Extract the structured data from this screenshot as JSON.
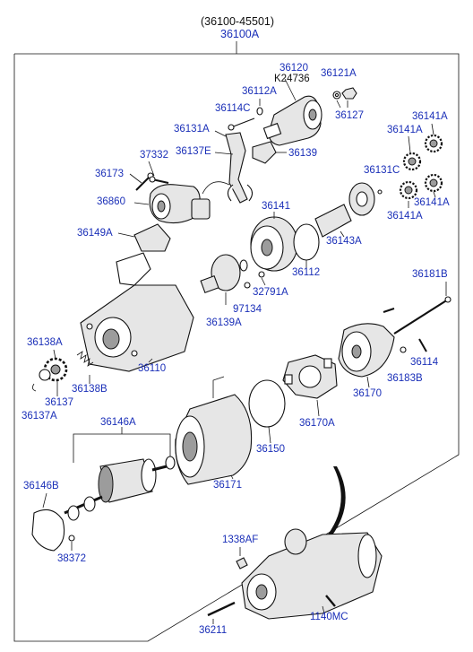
{
  "header": {
    "assembly_number": "(36100-45501)",
    "assembly_code": "36100A"
  },
  "callouts": {
    "p36120": "36120",
    "pK24736": "K24736",
    "p36121A": "36121A",
    "p36112A": "36112A",
    "p36127": "36127",
    "p36114C": "36114C",
    "p36131A": "36131A",
    "p36141A_top": "36141A",
    "p36141A_b": "36141A",
    "p37332": "37332",
    "p36137E": "36137E",
    "p36139": "36139",
    "p36173": "36173",
    "p36131C": "36131C",
    "p36141A_c": "36141A",
    "p36141A_d": "36141A",
    "p36860": "36860",
    "p36141": "36141",
    "p36149A": "36149A",
    "p36143A": "36143A",
    "p36112": "36112",
    "p36181B": "36181B",
    "p32791A": "32791A",
    "p97134": "97134",
    "p36139A": "36139A",
    "p36138A": "36138A",
    "p36110": "36110",
    "p36114": "36114",
    "p36183B": "36183B",
    "p36138B": "36138B",
    "p36137": "36137",
    "p36137A": "36137A",
    "p36170": "36170",
    "p36170A": "36170A",
    "p36146A": "36146A",
    "p36150": "36150",
    "p36171": "36171",
    "p36146B": "36146B",
    "p1338AF": "1338AF",
    "p38372": "38372",
    "p1140MC": "1140MC",
    "p36211": "36211"
  },
  "colors": {
    "label_blue": "#1a2fb8",
    "line": "#111111"
  }
}
